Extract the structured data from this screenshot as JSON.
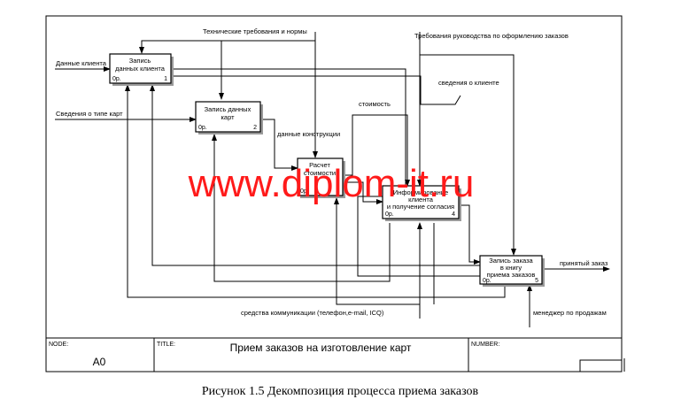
{
  "boxes": [
    {
      "title": [
        "Запись",
        "данных клиента"
      ],
      "cost": "0р.",
      "number": "1"
    },
    {
      "title": [
        "Запись данных",
        "карт"
      ],
      "cost": "0р.",
      "number": "2"
    },
    {
      "title": [
        "Расчет",
        "стоимости"
      ],
      "cost": "0р.",
      "number": "3"
    },
    {
      "title": [
        "Информирование",
        "клиента",
        "и получение согласия"
      ],
      "cost": "0р.",
      "number": "4"
    },
    {
      "title": [
        "Запись заказа",
        "в книгу",
        "приема заказов"
      ],
      "cost": "0р.",
      "number": "5"
    }
  ],
  "labels": {
    "client_data": "Данные клиента",
    "card_type": "Сведения о типе карт",
    "tech_req": "Технические требования и нормы",
    "mgmt_req": "Требования руководства по оформлению заказов",
    "client_info": "сведения о клиенте",
    "cost": "стоимость",
    "design_data": "данные конструкции",
    "accepted": "принятый заказ",
    "comm_means": "средства коммуникации (телефон,e-mail, ICQ)",
    "manager": "менеджер по продажам"
  },
  "footer": {
    "node_label": "NODE:",
    "node_value": "A0",
    "title_label": "TITLE:",
    "title_value": "Прием заказов на  изготовление  карт",
    "number_label": "NUMBER:"
  },
  "watermark": "www.diplom-it.ru",
  "caption": "Рисунок 1.5 Декомпозиция процесса приема заказов"
}
